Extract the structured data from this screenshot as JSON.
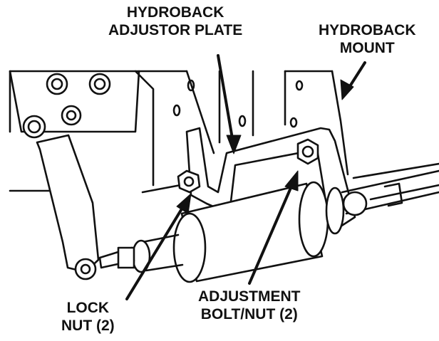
{
  "callouts": {
    "adjustor_plate": {
      "line1": "HYDROBACK",
      "line2": "ADJUSTOR PLATE"
    },
    "mount": {
      "line1": "HYDROBACK",
      "line2": "MOUNT"
    },
    "lock_nut": {
      "line1": "LOCK",
      "line2": "NUT (2)"
    },
    "adjustment_bolt": {
      "line1": "ADJUSTMENT",
      "line2": "BOLT/NUT (2)"
    }
  },
  "colors": {
    "ink": "#111111",
    "paper": "#ffffff"
  }
}
